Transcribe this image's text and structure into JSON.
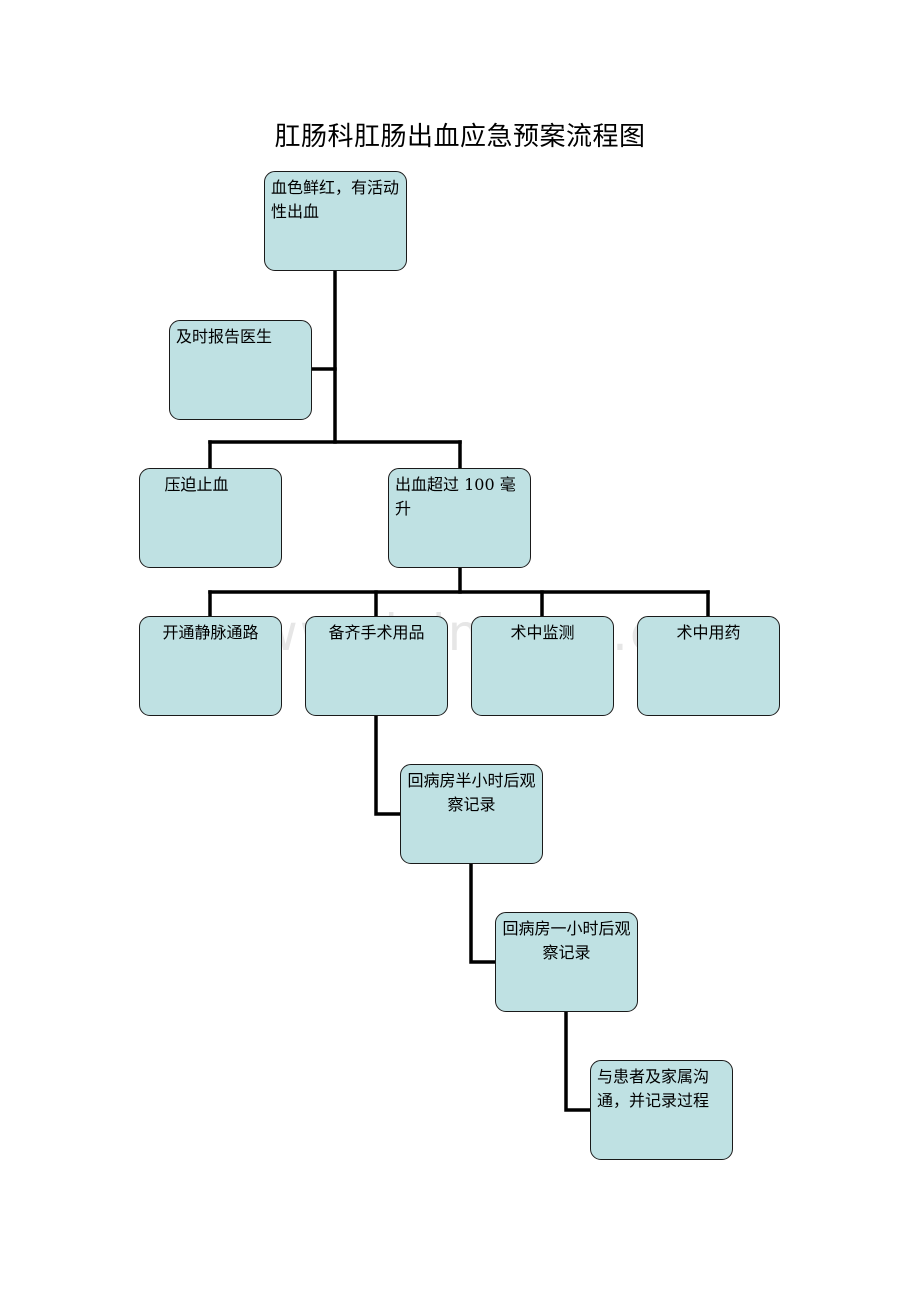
{
  "title": "肛肠科肛肠出血应急预案流程图",
  "colors": {
    "box_fill": "#bfe1e3",
    "box_border": "#1a1a1a",
    "connector": "#000000",
    "watermark": "#e6e6e6"
  },
  "watermark": "www.zixin.com.cn",
  "nodes": {
    "bright_red_bleeding": "血色鲜红，有活动性出血",
    "report_doctor": "及时报告医生",
    "compression": "压迫止血",
    "over_100ml": "出血超过 100 毫升",
    "iv_access": "开通静脉通路",
    "prepare_supplies": "备齐手术用品",
    "intraop_monitoring": "术中监测",
    "intraop_medication": "术中用药",
    "observe_half_hour": "回病房半小时后观察记录",
    "observe_one_hour": "回病房一小时后观察记录",
    "communicate_family": "与患者及家属沟通，并记录过程"
  }
}
